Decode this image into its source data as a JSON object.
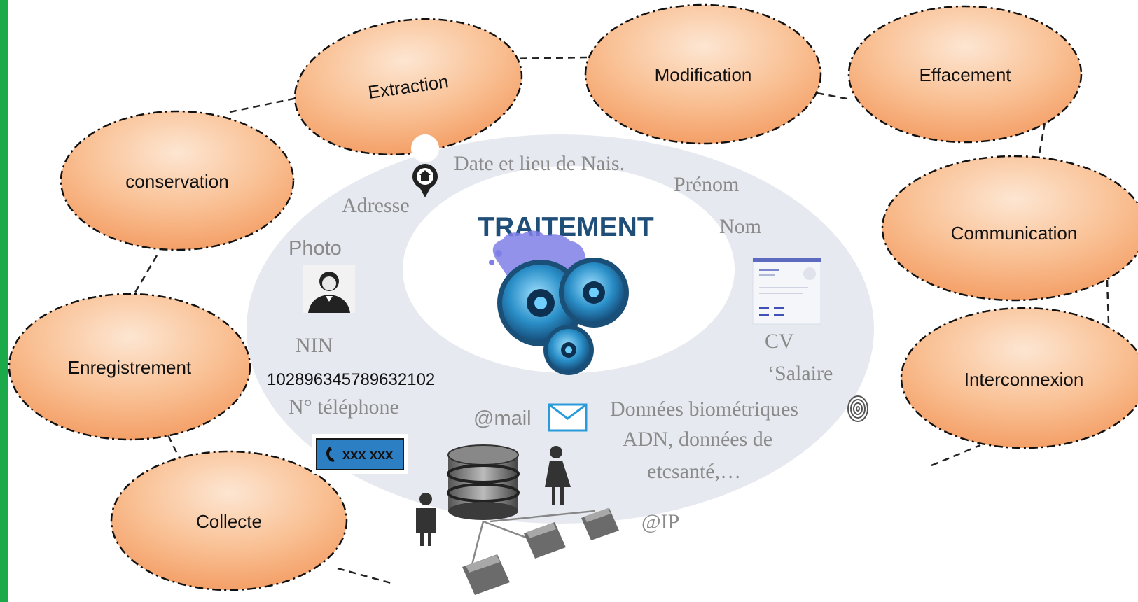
{
  "operations": {
    "extraction": "Extraction",
    "modification": "Modification",
    "effacement": "Effacement",
    "conservation": "conservation",
    "communication": "Communication",
    "enregistrement": "Enregistrement",
    "interconnexion": "Interconnexion",
    "collecte": "Collecte"
  },
  "center": {
    "title": "TRAITEMENT"
  },
  "data_items": {
    "date_lieu": "Date et lieu de Nais.",
    "prenom": "Prénom",
    "adresse": "Adresse",
    "nom": "Nom",
    "photo": "Photo",
    "nin": "NIN",
    "nin_number": "102896345789632102",
    "telephone": "N° téléphone",
    "phone_badge": "xxx xxx",
    "cv": "CV",
    "salaire": "‘Salaire",
    "mail": "@mail",
    "biometrie": "Données biométriques",
    "adn": "ADN, données de",
    "sante": "etcsanté,…",
    "ip": "@IP"
  },
  "colors": {
    "bubble_fill_top": "#fde3cf",
    "bubble_fill_bottom": "#f6a46e",
    "ring": "#e6e9ef",
    "title": "#1f4e79",
    "accent_bar": "#1aaa4a"
  }
}
